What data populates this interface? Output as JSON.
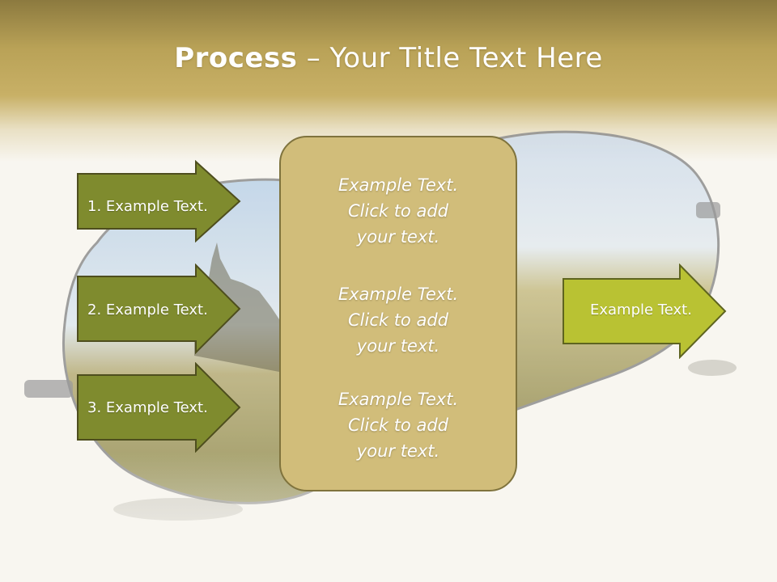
{
  "slide": {
    "title_bold": "Process",
    "title_rest": " – Your Title Text Here"
  },
  "left_arrows": [
    {
      "label": "1. Example Text."
    },
    {
      "label": "2. Example Text."
    },
    {
      "label": "3. Example Text."
    }
  ],
  "center_blocks": [
    {
      "line1": "Example Text.",
      "line2": "Click  to add",
      "line3": "your text."
    },
    {
      "line1": "Example Text.",
      "line2": "Click  to add",
      "line3": "your text."
    },
    {
      "line1": "Example Text.",
      "line2": "Click  to add",
      "line3": "your text."
    }
  ],
  "right_arrow": {
    "label": "Example Text."
  },
  "colors": {
    "header_gold": "#c8b066",
    "arrow_olive": "#7f8b2e",
    "arrow_lime": "#b9c233",
    "box_fill": "#d1bd7a",
    "border": "#6b6b28"
  }
}
